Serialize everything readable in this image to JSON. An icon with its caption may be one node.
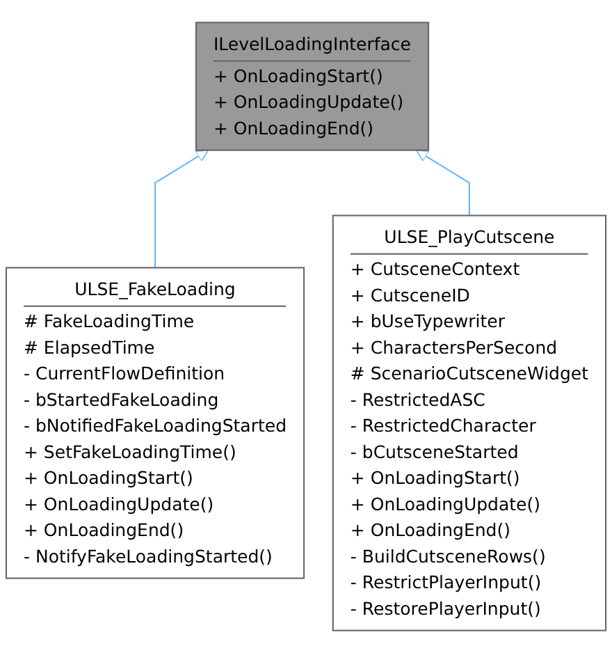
{
  "diagram": {
    "nodes": [
      {
        "text": [
          "ILevelLoadingInterface",
          "+ OnLoadingStart()",
          "+ OnLoadingUpdate()",
          "+ OnLoadingEnd()"
        ]
      },
      {
        "text": [
          "ULSE_FakeLoading",
          "# FakeLoadingTime",
          "# ElapsedTime",
          "- CurrentFlowDefinition",
          "- bStartedFakeLoading",
          "- bNotifiedFakeLoadingStarted",
          "+ SetFakeLoadingTime()",
          "+ OnLoadingStart()",
          "+ OnLoadingUpdate()",
          "+ OnLoadingEnd()",
          "- NotifyFakeLoadingStarted()"
        ]
      },
      {
        "text": [
          "ULSE_PlayCutscene",
          "+ CutsceneContext",
          "+ CutsceneID",
          "+ bUseTypewriter",
          "+ CharactersPerSecond",
          "# ScenarioCutsceneWidget",
          "- RestrictedASC",
          "- RestrictedCharacter",
          "- bCutsceneStarted",
          "+ OnLoadingStart()",
          "+ OnLoadingUpdate()",
          "+ OnLoadingEnd()",
          "- BuildCutsceneRows()",
          "- RestrictPlayerInput()",
          "- RestorePlayerInput()"
        ]
      }
    ],
    "edges": [
      {
        "from": 1,
        "to": 0,
        "arrow": "to"
      },
      {
        "from": 2,
        "to": 0,
        "arrow": "to"
      }
    ]
  }
}
